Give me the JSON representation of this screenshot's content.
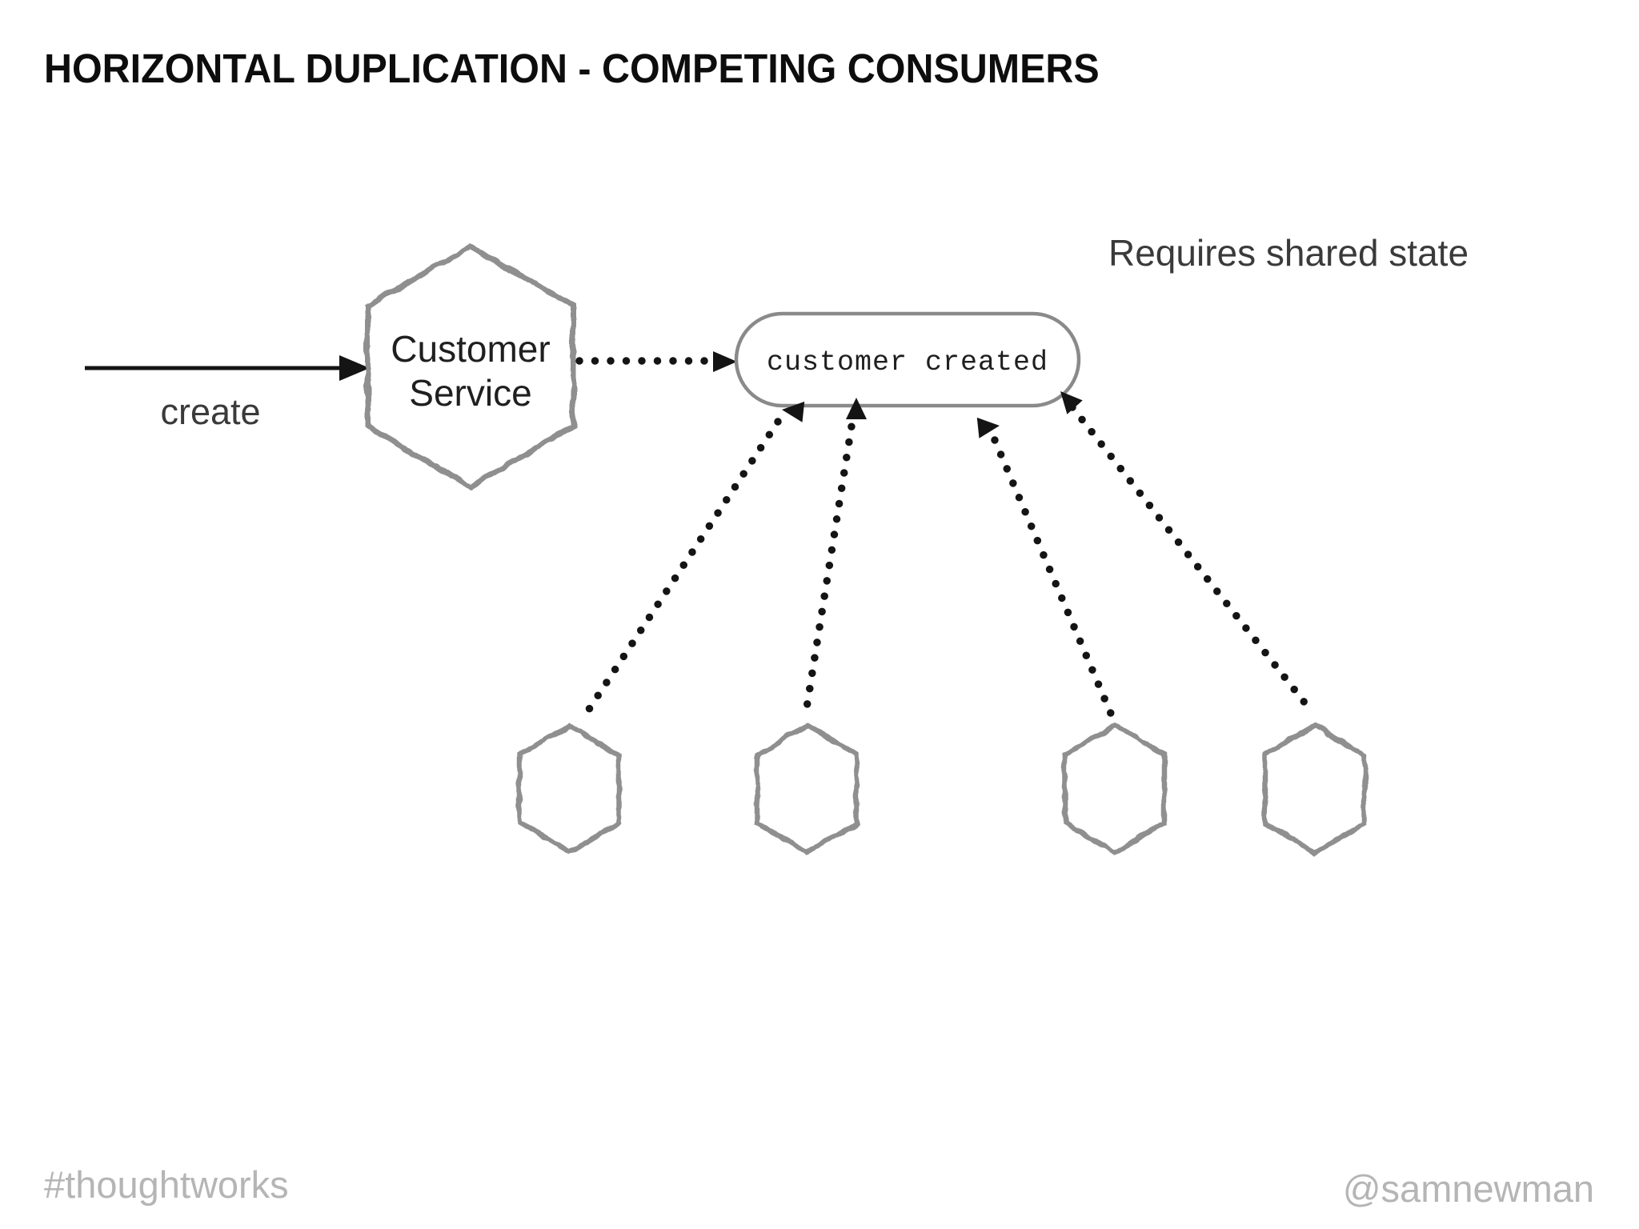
{
  "slide": {
    "title": "HORIZONTAL DUPLICATION - COMPETING CONSUMERS",
    "annotation": "Requires shared state",
    "footer": {
      "left": "#thoughtworks",
      "right": "@samnewman"
    }
  },
  "diagram": {
    "create_label": "create",
    "service": {
      "line1": "Customer",
      "line2": "Service"
    },
    "event_label": "customer created",
    "consumer_count": "4",
    "colors": {
      "sketch": "#8f8f8f",
      "event_border": "#8a8a8a",
      "ink": "#141414",
      "title": "#0d0d0d",
      "text": "#3a3a3a",
      "node_text": "#1f1f1f",
      "footer": "#b5b5b5"
    }
  }
}
